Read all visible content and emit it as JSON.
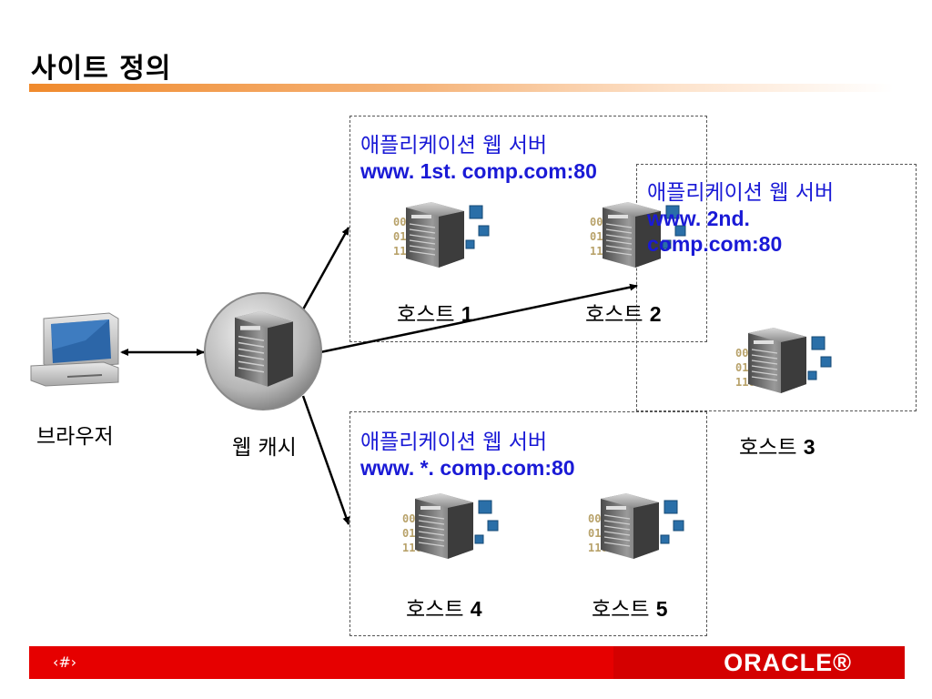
{
  "page": {
    "title": "사이트 정의"
  },
  "browser": {
    "label": "브라우저"
  },
  "web_cache": {
    "label": "웹 캐시"
  },
  "app_servers": [
    {
      "heading": "애플리케이션 웹 서버",
      "url": "www. 1st. comp.com:80"
    },
    {
      "heading": "애플리케이션 웹 서버",
      "url_line1": "www. 2nd.",
      "url_line2": "comp.com:80"
    },
    {
      "heading": "애플리케이션 웹 서버",
      "url": "www. *. comp.com:80"
    }
  ],
  "hosts": [
    {
      "name": "호스트",
      "num": "1"
    },
    {
      "name": "호스트",
      "num": "2"
    },
    {
      "name": "호스트",
      "num": "3"
    },
    {
      "name": "호스트",
      "num": "4"
    },
    {
      "name": "호스트",
      "num": "5"
    }
  ],
  "binary_glyph": [
    "0010",
    "0101",
    "1101"
  ],
  "footer": {
    "page_number": "‹#›",
    "logo": "ORACLE®"
  },
  "colors": {
    "accent": "#f08a2c",
    "footer": "#e60000",
    "link_text": "#1a1ad6"
  }
}
